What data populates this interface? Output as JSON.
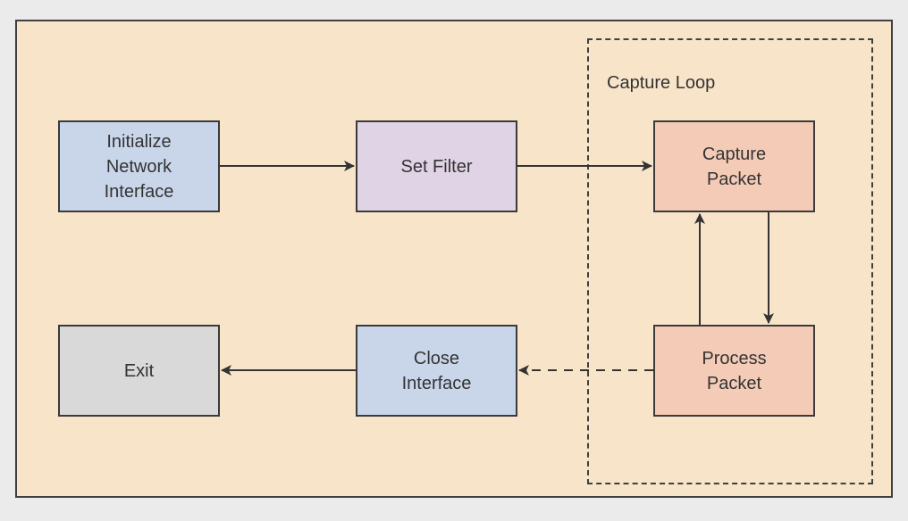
{
  "diagram": {
    "loop_label": "Capture Loop",
    "nodes": {
      "initialize": "Initialize\nNetwork\nInterface",
      "set_filter": "Set Filter",
      "capture_packet": "Capture\nPacket",
      "process_packet": "Process\nPacket",
      "close_interface": "Close\nInterface",
      "exit": "Exit"
    },
    "colors": {
      "background": "#f8e4c9",
      "interface_nodes": "#c9d6ea",
      "filter_node": "#e0d3e5",
      "loop_nodes": "#f4cbb6",
      "exit_node": "#d9d9d9",
      "lines": "#333333"
    },
    "edges": [
      {
        "from": "initialize",
        "to": "set_filter",
        "style": "solid"
      },
      {
        "from": "set_filter",
        "to": "capture_packet",
        "style": "solid"
      },
      {
        "from": "capture_packet",
        "to": "process_packet",
        "style": "solid"
      },
      {
        "from": "process_packet",
        "to": "capture_packet",
        "style": "solid"
      },
      {
        "from": "process_packet",
        "to": "close_interface",
        "style": "dashed"
      },
      {
        "from": "close_interface",
        "to": "exit",
        "style": "solid"
      }
    ]
  }
}
